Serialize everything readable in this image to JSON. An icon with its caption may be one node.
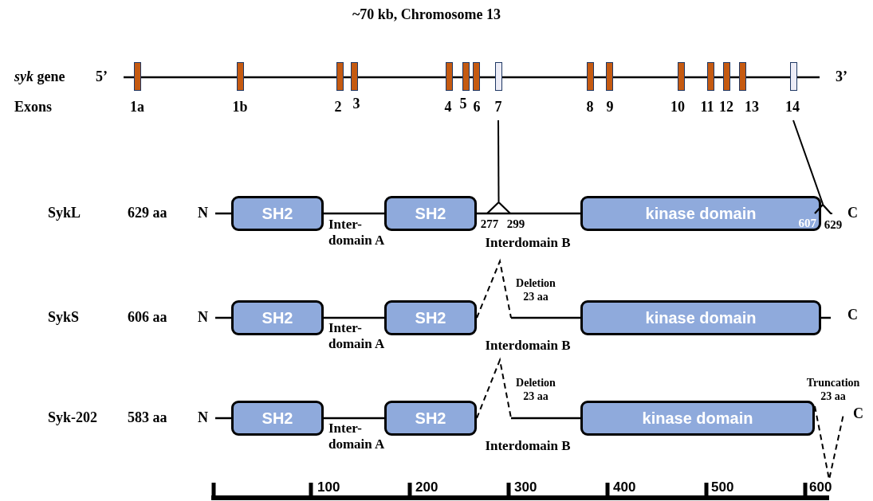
{
  "diagram": {
    "title": "~70 kb, Chromosome 13",
    "nodes": [
      {
        "text": [],
        "shape": "box",
        "beside": [
          "1a"
        ]
      },
      {
        "text": [],
        "shape": "box",
        "beside": [
          "1b"
        ]
      },
      {
        "text": [],
        "shape": "box",
        "beside": [
          "2"
        ]
      },
      {
        "text": [],
        "shape": "box",
        "beside": [
          "3"
        ]
      },
      {
        "text": [],
        "shape": "box",
        "beside": [
          "4"
        ]
      },
      {
        "text": [],
        "shape": "box",
        "beside": [
          "5"
        ]
      },
      {
        "text": [],
        "shape": "box",
        "beside": [
          "6"
        ]
      },
      {
        "text": [],
        "shape": "box",
        "beside": [
          "7"
        ]
      },
      {
        "text": [],
        "shape": "box",
        "beside": [
          "8"
        ]
      },
      {
        "text": [],
        "shape": "box",
        "beside": [
          "9"
        ]
      },
      {
        "text": [],
        "shape": "box",
        "beside": [
          "10"
        ]
      },
      {
        "text": [],
        "shape": "box",
        "beside": [
          "11"
        ]
      },
      {
        "text": [],
        "shape": "box",
        "beside": [
          "12"
        ]
      },
      {
        "text": [],
        "shape": "box",
        "beside": [
          "13"
        ]
      },
      {
        "text": [],
        "shape": "box",
        "beside": [
          "14"
        ]
      },
      {
        "text": [
          "SH2"
        ]
      },
      {
        "text": [
          "SH2"
        ]
      },
      {
        "text": [
          "kinase domain",
          "607"
        ]
      },
      {
        "text": [
          "SH2"
        ]
      },
      {
        "text": [
          "SH2"
        ]
      },
      {
        "text": [
          "kinase domain"
        ]
      },
      {
        "text": [
          "SH2"
        ]
      },
      {
        "text": [
          "SH2"
        ]
      },
      {
        "text": [
          "kinase domain"
        ]
      },
      {
        "text": [],
        "shape": "wedge",
        "beside": [
          "277",
          "299"
        ]
      },
      {
        "text": [],
        "shape": "wedge",
        "beside": [
          "629"
        ]
      }
    ],
    "edges": [
      {
        "from": 7,
        "to": 24,
        "arrow": "none"
      },
      {
        "from": 14,
        "to": 25,
        "arrow": "none"
      }
    ],
    "labels": [
      "*syk* gene",
      "5’",
      "3’",
      "Exons",
      "SykL",
      "629 aa",
      "N",
      "Inter- domain A",
      "Interdomain B",
      "C",
      "Deletion 23 aa",
      "SykS",
      "606 aa",
      "N",
      "Inter- domain A",
      "Interdomain B",
      "C",
      "Deletion 23 aa",
      "Truncation 23 aa",
      "Syk-202",
      "583 aa",
      "N",
      "Inter- domain A",
      "Interdomain B",
      "C",
      "100",
      "200",
      "300",
      "400",
      "500",
      "600"
    ]
  }
}
